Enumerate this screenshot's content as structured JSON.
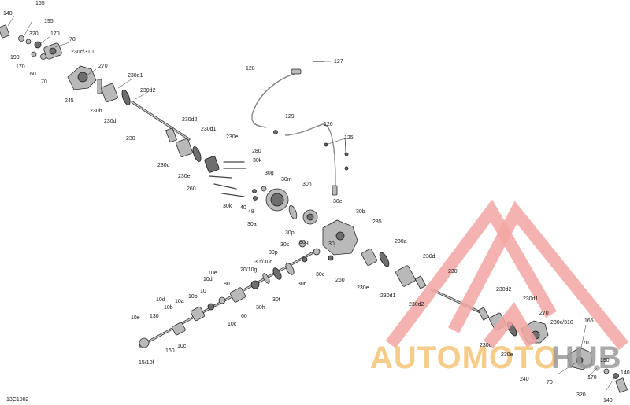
{
  "diagram": {
    "code": "13C1802",
    "labels": [
      "165",
      "140",
      "195",
      "320",
      "170",
      "70",
      "230c/310",
      "190",
      "60",
      "170",
      "70",
      "270",
      "245",
      "230d1",
      "230b",
      "230d2",
      "230d",
      "230",
      "230d2",
      "230d1",
      "230e",
      "230d",
      "230e",
      "280",
      "30k",
      "30g",
      "30m",
      "260",
      "30n",
      "40",
      "30k",
      "48",
      "30a",
      "30e",
      "30b",
      "30p",
      "30j",
      "285",
      "30s",
      "30q",
      "30c",
      "260",
      "230a",
      "230d",
      "230e",
      "230d1",
      "230d2",
      "30p",
      "30f/30d",
      "20/10g",
      "10e",
      "10d",
      "80",
      "30r",
      "30t",
      "30h",
      "10d",
      "10b",
      "10",
      "60",
      "10c",
      "10a",
      "10b",
      "130",
      "10c",
      "160",
      "10e",
      "15/10f",
      "230",
      "230d2",
      "230d1",
      "270",
      "230c/310",
      "165",
      "230d",
      "230e",
      "240",
      "70",
      "320",
      "170",
      "140",
      "140",
      "128",
      "127",
      "129",
      "126",
      "125",
      "70",
      "190"
    ]
  },
  "watermark": {
    "text_a": "AUTOMOTO",
    "text_b": "HUB",
    "color_logo": "#f2a6a2",
    "color_text_a": "#f5c77e",
    "color_text_b": "#9b9b9b"
  }
}
